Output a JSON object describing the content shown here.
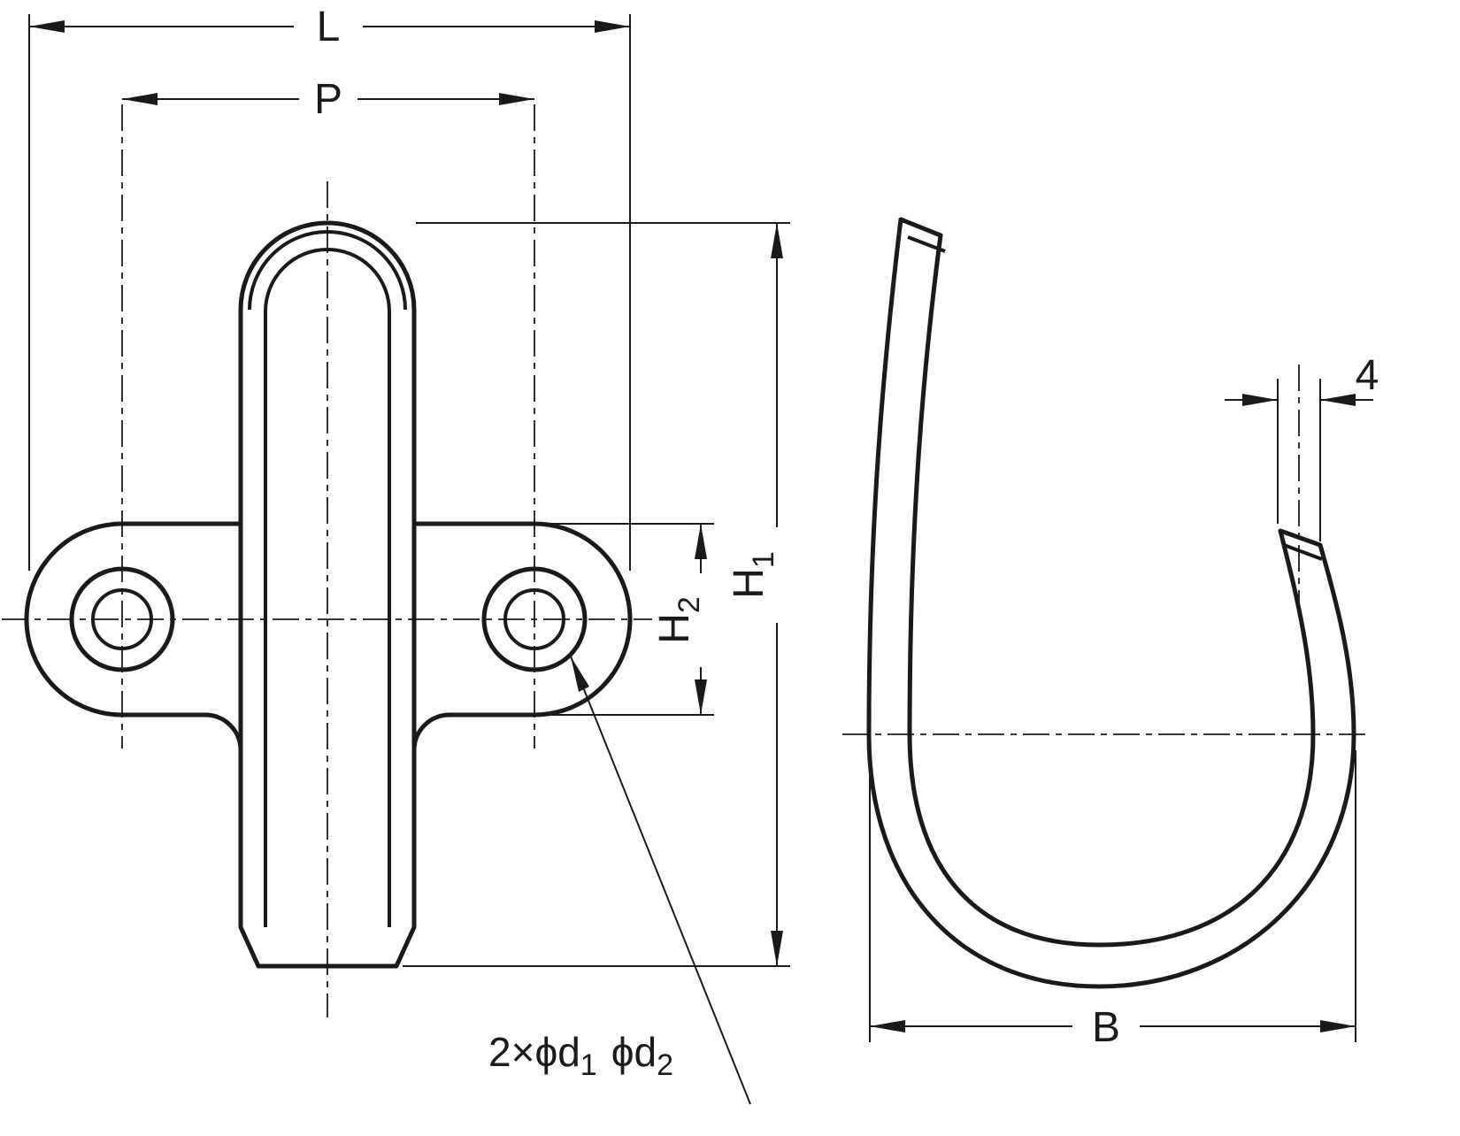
{
  "colors": {
    "line": "#1a1a1a",
    "background": "#ffffff"
  },
  "labels": {
    "L": "L",
    "P": "P",
    "H1": {
      "base": "H",
      "sub": "1"
    },
    "H2": {
      "base": "H",
      "sub": "2"
    },
    "thickness": "4",
    "B": "B",
    "holes": {
      "part1": "2×ϕd",
      "sub1": "1",
      "part2": "ϕd",
      "sub2": "2"
    }
  }
}
